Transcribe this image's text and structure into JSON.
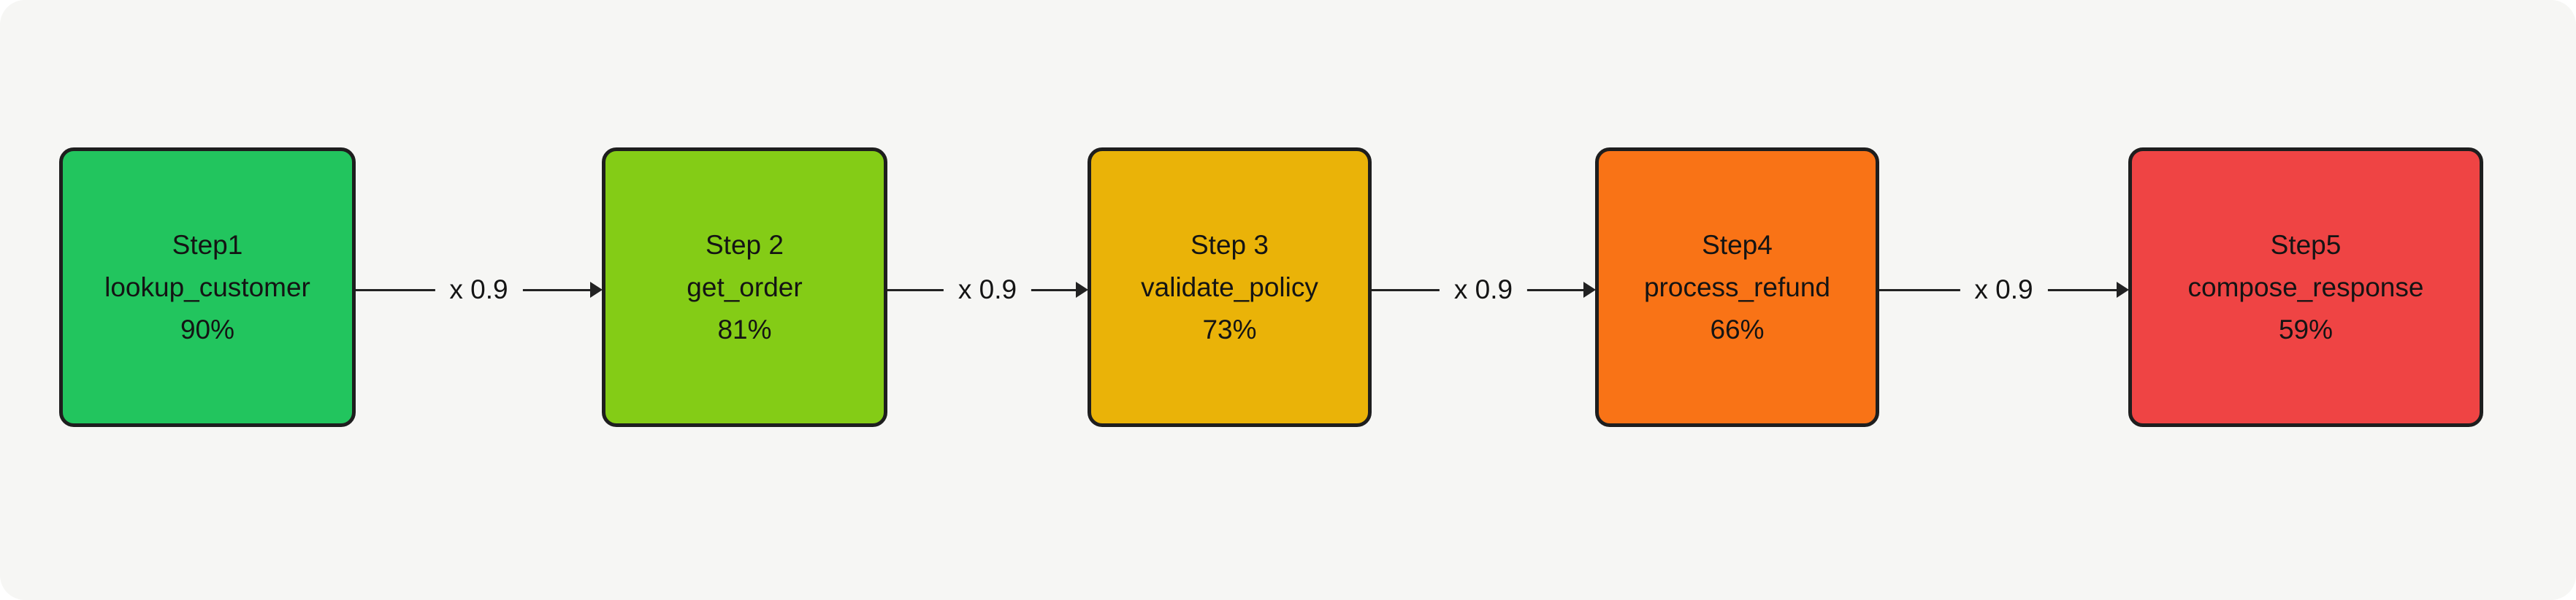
{
  "colors": {
    "page": "#ffffff",
    "background": "#f6f6f4",
    "stroke": "#1e1e1e",
    "arrow": "#222222",
    "text": "#141414"
  },
  "flow": {
    "nodes": [
      {
        "title": "Step1",
        "name": "lookup_customer",
        "percent": "90%",
        "color": "#22c55e"
      },
      {
        "title": "Step 2",
        "name": "get_order",
        "percent": "81%",
        "color": "#84cc16"
      },
      {
        "title": "Step 3",
        "name": "validate_policy",
        "percent": "73%",
        "color": "#eab308"
      },
      {
        "title": "Step4",
        "name": "process_refund",
        "percent": "66%",
        "color": "#f97316"
      },
      {
        "title": "Step5",
        "name": "compose_response",
        "percent": "59%",
        "color": "#ef4444"
      }
    ],
    "edges": [
      {
        "label": "x 0.9"
      },
      {
        "label": "x 0.9"
      },
      {
        "label": "x 0.9"
      },
      {
        "label": "x 0.9"
      }
    ]
  }
}
